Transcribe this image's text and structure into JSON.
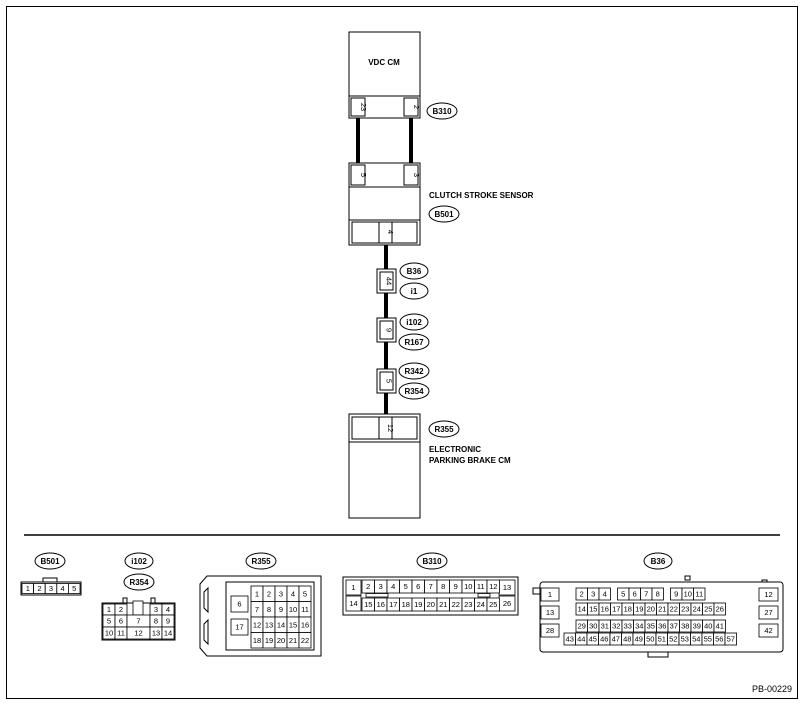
{
  "modules": {
    "vdc": "VDC CM",
    "clutch": "CLUTCH STROKE SENSOR",
    "epb_line1": "ELECTRONIC",
    "epb_line2": "PARKING BRAKE CM"
  },
  "tags": {
    "b310": "B310",
    "b501": "B501",
    "b36": "B36",
    "i1": "i1",
    "i102": "i102",
    "r167": "R167",
    "r342": "R342",
    "r354": "R354",
    "r355": "R355"
  },
  "pins": {
    "vdc_left": "23",
    "vdc_right": "2",
    "cs_left": "5",
    "cs_right": "3",
    "cs_bottom": "4",
    "jc1": "44",
    "jc2": "9",
    "jc3": "5",
    "epb": "12"
  },
  "views": {
    "b501": {
      "tag": "B501",
      "rows": [
        [
          "1",
          "2",
          "3",
          "4",
          "5"
        ]
      ]
    },
    "i102": {
      "tag1": "i102",
      "tag2": "R354",
      "cells": [
        "1",
        "2",
        "3",
        "4",
        "5",
        "6",
        "7",
        "8",
        "9",
        "10",
        "11",
        "12",
        "13",
        "14"
      ]
    },
    "r355": {
      "tag": "R355",
      "rows": [
        [
          "1",
          "2",
          "3",
          "4",
          "5"
        ],
        [
          "7",
          "8",
          "9",
          "10",
          "11"
        ],
        [
          "12",
          "13",
          "14",
          "15",
          "16"
        ],
        [
          "18",
          "19",
          "20",
          "21",
          "22"
        ]
      ],
      "side": [
        "6",
        "17"
      ]
    },
    "b310": {
      "tag": "B310",
      "row1": [
        "2",
        "3",
        "4",
        "5",
        "6",
        "7",
        "8",
        "9",
        "10",
        "11",
        "12"
      ],
      "row2": [
        "15",
        "16",
        "17",
        "18",
        "19",
        "20",
        "21",
        "22",
        "23",
        "24",
        "25"
      ],
      "ends": [
        "1",
        "14",
        "13",
        "26"
      ]
    },
    "b36": {
      "tag": "B36",
      "left": [
        "1",
        "13",
        "28"
      ],
      "right": [
        "12",
        "27",
        "42"
      ],
      "row1": [
        [
          "2",
          "3",
          "4"
        ],
        [
          "5",
          "6",
          "7",
          "8"
        ],
        [
          "9",
          "10",
          "11"
        ]
      ],
      "row2": [
        "14",
        "15",
        "16",
        "17",
        "18",
        "19",
        "20",
        "21",
        "22",
        "23",
        "24",
        "25",
        "26"
      ],
      "row3": [
        "29",
        "30",
        "31",
        "32",
        "33",
        "34",
        "35",
        "36",
        "37",
        "38",
        "39",
        "40",
        "41"
      ],
      "row4": [
        "43",
        "44",
        "45",
        "46",
        "47",
        "48",
        "49",
        "50",
        "51",
        "52",
        "53",
        "54",
        "55",
        "56",
        "57"
      ]
    }
  },
  "footer": "PB-00229"
}
